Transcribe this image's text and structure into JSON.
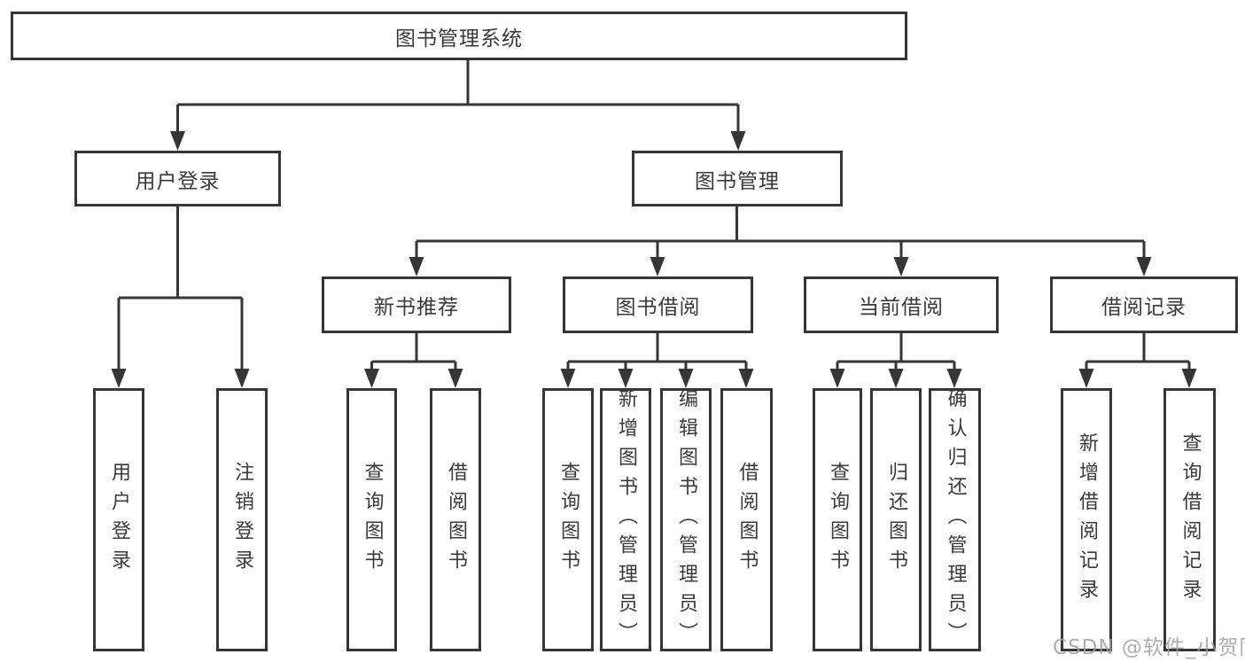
{
  "diagram_title": "图书管理系统",
  "tree": {
    "label": "图书管理系统",
    "children": [
      {
        "label": "用户登录",
        "children": [
          {
            "label": "用户登录"
          },
          {
            "label": "注销登录"
          }
        ]
      },
      {
        "label": "图书管理",
        "children": [
          {
            "label": "新书推荐",
            "children": [
              {
                "label": "查询图书"
              },
              {
                "label": "借阅图书"
              }
            ]
          },
          {
            "label": "图书借阅",
            "children": [
              {
                "label": "查询图书"
              },
              {
                "label": "新增图书（管理员）"
              },
              {
                "label": "编辑图书（管理员）"
              },
              {
                "label": "借阅图书"
              }
            ]
          },
          {
            "label": "当前借阅",
            "children": [
              {
                "label": "查询图书"
              },
              {
                "label": "归还图书"
              },
              {
                "label": "确认归还（管理员）"
              }
            ]
          },
          {
            "label": "借阅记录",
            "children": [
              {
                "label": "新增借阅记录"
              },
              {
                "label": "查询借阅记录"
              }
            ]
          }
        ]
      }
    ]
  },
  "watermark": {
    "text": "CSDN @软件_小贺同学"
  },
  "colors": {
    "line": "#363636",
    "text": "#3a3a3a",
    "background": "#ffffff",
    "watermark": "#a0a0a0"
  }
}
